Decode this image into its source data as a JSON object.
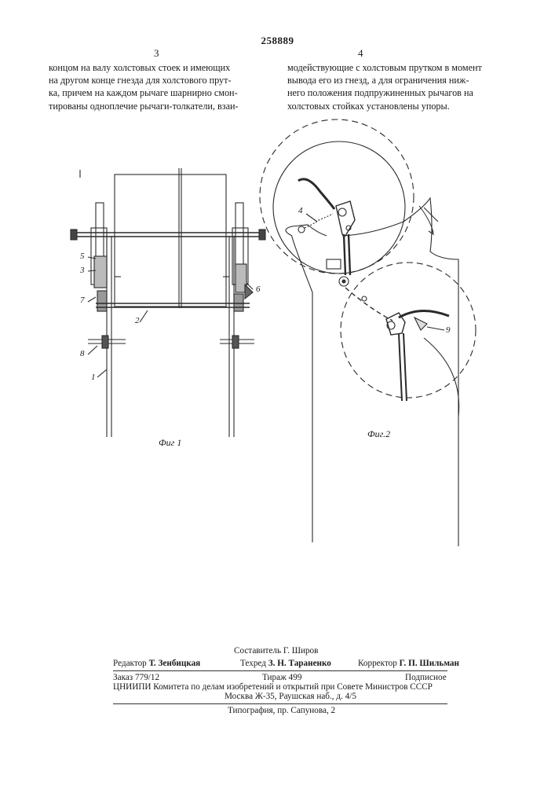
{
  "header": {
    "patent_number": "258889",
    "left_column_number": "3",
    "right_column_number": "4"
  },
  "left_column": {
    "lines": [
      "концом на валу холстовых стоек и имеющих",
      "на другом конце гнезда для холстового прут-",
      "ка, причем на каждом рычаге шарнирно смон-",
      "тированы одноплечие рычаги-толкатели, взаи-"
    ]
  },
  "right_column": {
    "lines": [
      "модействующие с холстовым прутком в момент",
      "вывода его из гнезд, а для ограничения ниж-",
      "него положения подпружиненных рычагов на",
      "холстовых стойках установлены упоры."
    ]
  },
  "figure1": {
    "caption": "Фиг 1",
    "labels": [
      "5",
      "3",
      "7",
      "2",
      "6",
      "8",
      "1"
    ]
  },
  "figure2": {
    "caption": "Фиг.2",
    "labels": [
      "4",
      "9"
    ]
  },
  "imprint": {
    "compiler": "Составитель Г. Широв",
    "editor_role": "Редактор",
    "editor_name": "Т. Зенбицкая",
    "techred_role": "Техред",
    "techred_name": "З. Н. Тараненко",
    "corrector_role": "Корректор",
    "corrector_name": "Г. П. Шильман",
    "order": "Заказ 779/12",
    "circulation": "Тираж 499",
    "subscription": "Подписное",
    "institute_line": "ЦНИИПИ Комитета по делам изобретений и открытий при Совете Министров СССР",
    "address_line": "Москва Ж-35, Раушская наб., д. 4/5",
    "printer_line": "Типография, пр. Сапунова, 2"
  }
}
